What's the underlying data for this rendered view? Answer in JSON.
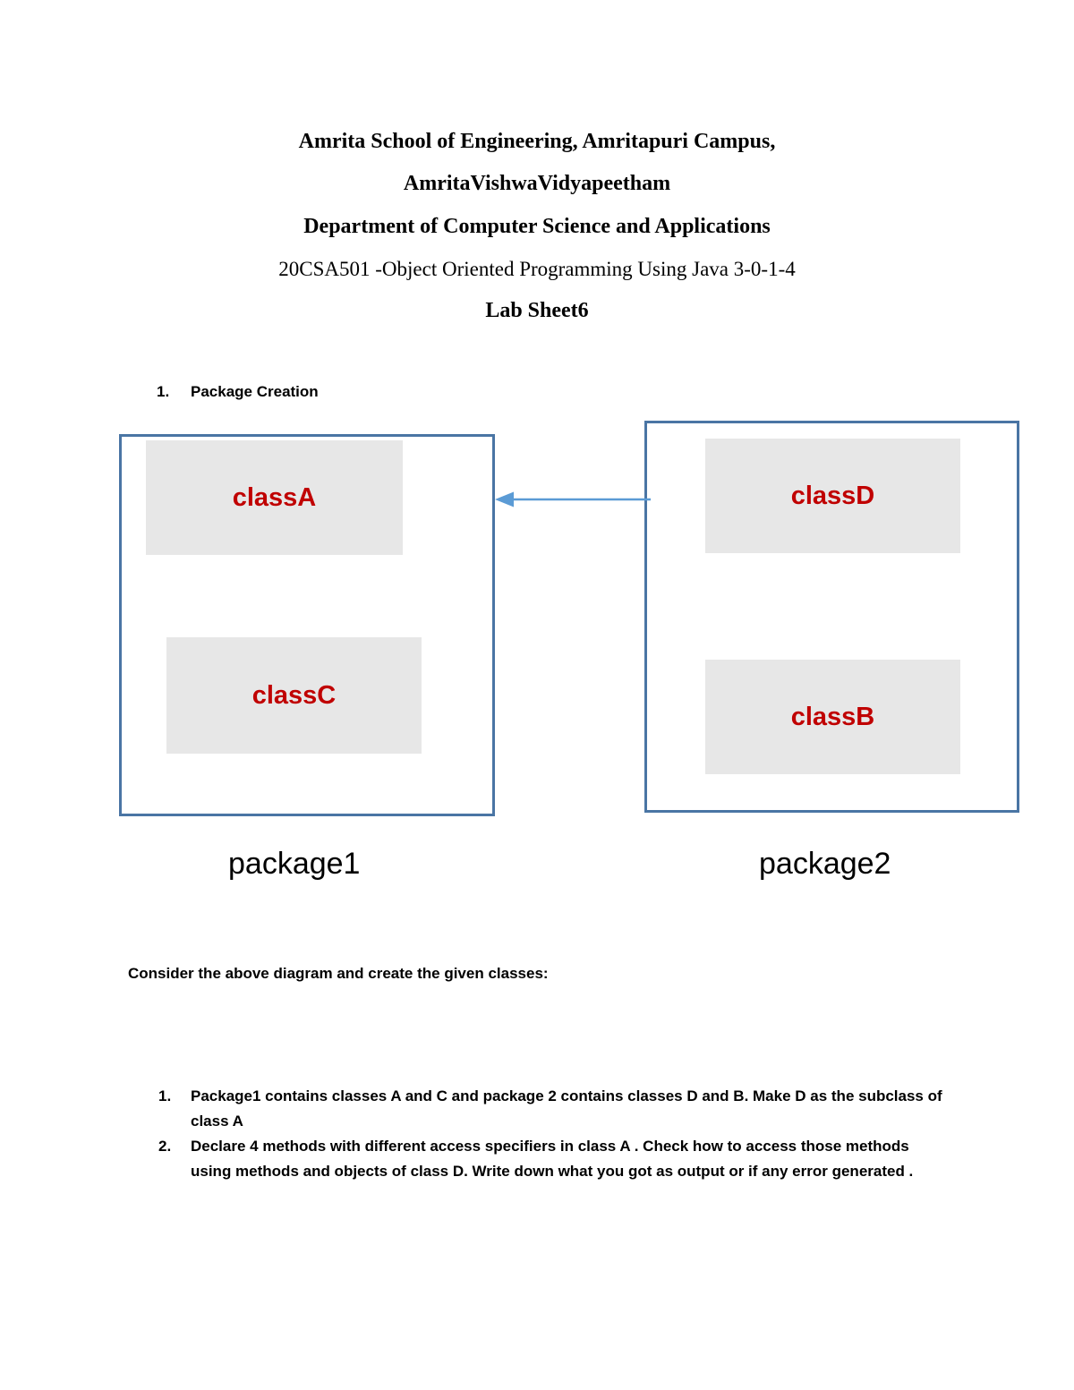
{
  "document": {
    "header": {
      "line1": "Amrita School of Engineering, Amritapuri Campus,",
      "line2": "AmritaVishwaVidyapeetham",
      "line3": "Department of Computer Science and Applications",
      "line4": "20CSA501 -Object Oriented Programming Using Java 3-0-1-4",
      "line5": "Lab Sheet6"
    },
    "section1": {
      "number": "1.",
      "title": "Package Creation"
    },
    "consider_text": "Consider the above diagram and create the given classes:",
    "tasks": [
      {
        "number": "1.",
        "text": "Package1 contains classes A and C and package 2 contains classes D and B. Make D as the subclass of class A"
      },
      {
        "number": "2.",
        "text": "Declare 4 methods with different access specifiers in class A . Check how to access those methods using methods and objects of class D. Write down what you got as output or if any error generated ."
      }
    ]
  },
  "diagram": {
    "packages": [
      {
        "label": "package1",
        "classes": [
          "classA",
          "classC"
        ]
      },
      {
        "label": "package2",
        "classes": [
          "classD",
          "classB"
        ]
      }
    ],
    "arrow": {
      "from": "package2",
      "to": "package1",
      "direction": "left"
    },
    "colors": {
      "package_border": "#4a75a4",
      "class_fill": "#e7e7e7",
      "class_text": "#c00000",
      "arrow": "#5b9bd5"
    }
  }
}
